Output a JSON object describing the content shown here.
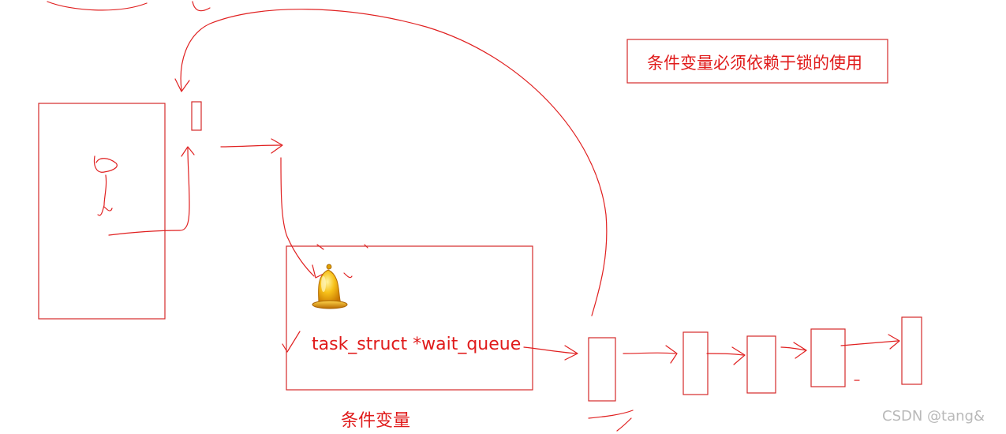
{
  "note": {
    "text": "条件变量必须依赖于锁的使用"
  },
  "condition_variable": {
    "member": "task_struct *wait_queue",
    "caption": "条件变量"
  },
  "icons": {
    "bell": "bell-icon"
  },
  "watermark": {
    "text": "CSDN @tang&"
  },
  "colors": {
    "ink": "#e02020",
    "box": "#d42a2a",
    "bell_gold": "#f5b800",
    "watermark": "#b9b9b9"
  },
  "wait_queue_node_count": 5
}
